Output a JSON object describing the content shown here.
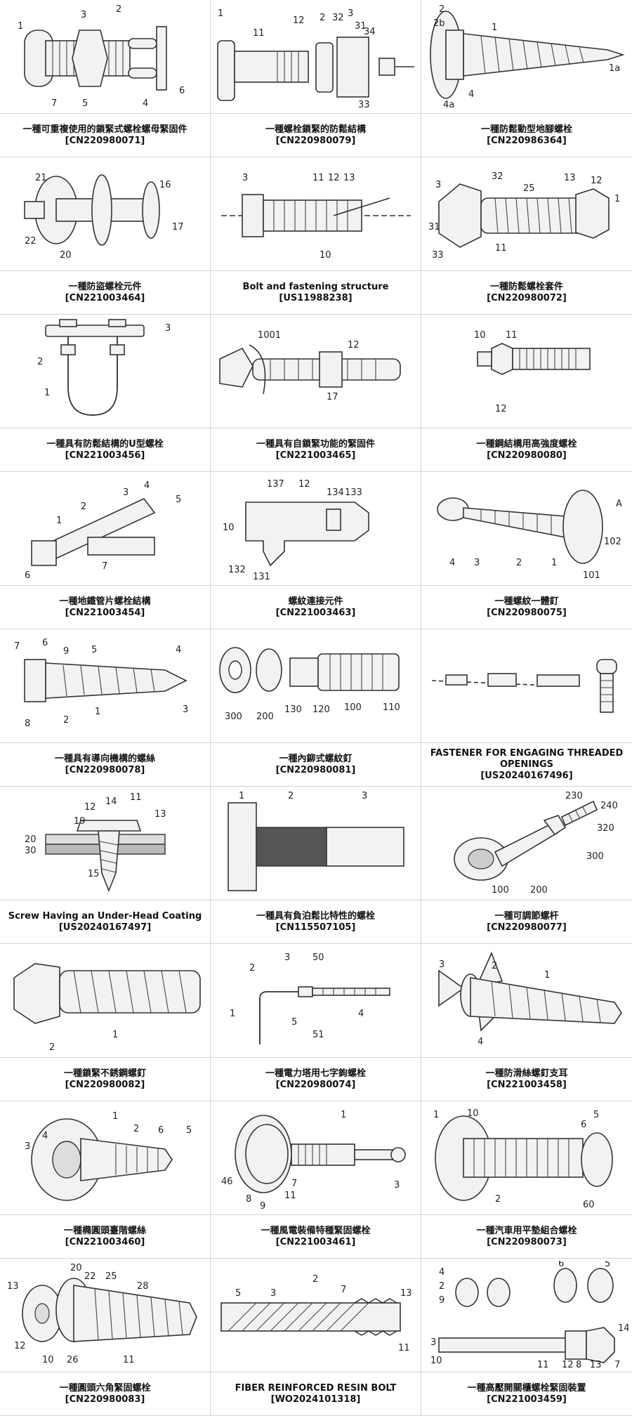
{
  "patents": [
    {
      "title": "一種可重複使用的鎖緊式螺栓螺母緊固件",
      "number": "[CN220980071]",
      "labels": [
        "1",
        "2",
        "3",
        "4",
        "5",
        "6",
        "7"
      ]
    },
    {
      "title": "一種螺栓鎖緊的防鬆結構",
      "number": "[CN220980079]",
      "labels": [
        "1",
        "11",
        "12",
        "2",
        "32",
        "3",
        "31",
        "34",
        "33"
      ]
    },
    {
      "title": "一種防鬆動型地腳螺栓",
      "number": "[CN220986364]",
      "labels": [
        "2",
        "4",
        "2b",
        "1",
        "1a",
        "4a"
      ]
    },
    {
      "title": "一種防盜螺栓元件",
      "number": "[CN221003464]",
      "labels": [
        "21",
        "22",
        "16",
        "17",
        "20"
      ]
    },
    {
      "title": "Bolt and fastening structure",
      "number": "[US11988238]",
      "labels": [
        "3",
        "11",
        "12",
        "13",
        "10"
      ]
    },
    {
      "title": "一種防鬆螺栓套件",
      "number": "[CN220980072]",
      "labels": [
        "3",
        "32",
        "25",
        "13",
        "12",
        "31",
        "33",
        "11",
        "1"
      ]
    },
    {
      "title": "一種具有防鬆結構的U型螺栓",
      "number": "[CN221003456]",
      "labels": [
        "3",
        "2",
        "1"
      ]
    },
    {
      "title": "一種具有自鎖緊功能的緊固件",
      "number": "[CN221003465]",
      "labels": [
        "1001",
        "12",
        "17"
      ]
    },
    {
      "title": "一種鋼結構用高強度螺栓",
      "number": "[CN220980080]",
      "labels": [
        "10",
        "11",
        "12"
      ]
    },
    {
      "title": "一種地鐵管片螺栓結構",
      "number": "[CN221003454]",
      "labels": [
        "4",
        "5",
        "3",
        "2",
        "1",
        "6",
        "7"
      ]
    },
    {
      "title": "螺紋連接元件",
      "number": "[CN221003463]",
      "labels": [
        "137",
        "12",
        "134",
        "133",
        "10",
        "132",
        "131"
      ]
    },
    {
      "title": "一種螺紋一體釘",
      "number": "[CN220980075]",
      "labels": [
        "A",
        "102",
        "4",
        "3",
        "2",
        "1",
        "101"
      ]
    },
    {
      "title": "一種具有導向機構的螺絲",
      "number": "[CN220980078]",
      "labels": [
        "7",
        "6",
        "9",
        "5",
        "4",
        "8",
        "2",
        "1",
        "3"
      ]
    },
    {
      "title": "一種內鉚式螺紋釘",
      "number": "[CN220980081]",
      "labels": [
        "300",
        "200",
        "130",
        "120",
        "100",
        "110"
      ]
    },
    {
      "title": "FASTENER FOR ENGAGING THREADED OPENINGS",
      "number": "[US20240167496]",
      "labels": []
    },
    {
      "title": "Screw Having an Under-Head Coating",
      "number": "[US20240167497]",
      "labels": [
        "12",
        "14",
        "11",
        "13",
        "19",
        "20",
        "30",
        "15"
      ]
    },
    {
      "title": "一種具有負泊鬆比特性的螺栓",
      "number": "[CN115507105]",
      "labels": [
        "1",
        "2",
        "3"
      ]
    },
    {
      "title": "一種可調節螺杆",
      "number": "[CN220980077]",
      "labels": [
        "230",
        "240",
        "320",
        "300",
        "100",
        "200"
      ]
    },
    {
      "title": "一種鎖緊不銹鋼螺釘",
      "number": "[CN220980082]",
      "labels": [
        "2",
        "1"
      ]
    },
    {
      "title": "一種電力塔用七字鉤螺栓",
      "number": "[CN220980074]",
      "labels": [
        "2",
        "3",
        "50",
        "5",
        "51",
        "4",
        "1"
      ]
    },
    {
      "title": "一種防滑絲螺釘支耳",
      "number": "[CN221003458]",
      "labels": [
        "3",
        "2",
        "1",
        "4"
      ]
    },
    {
      "title": "一種橢圓頭臺階螺絲",
      "number": "[CN221003460]",
      "labels": [
        "1",
        "2",
        "6",
        "5",
        "3",
        "4"
      ]
    },
    {
      "title": "一種風電裝備特種緊固螺栓",
      "number": "[CN221003461]",
      "labels": [
        "1",
        "46",
        "8",
        "9",
        "11",
        "7",
        "3"
      ]
    },
    {
      "title": "一種汽車用平墊組合螺栓",
      "number": "[CN220980073]",
      "labels": [
        "1",
        "10",
        "5",
        "6",
        "2",
        "60"
      ]
    },
    {
      "title": "一種圓頭六角緊固螺栓",
      "number": "[CN220980083]",
      "labels": [
        "20",
        "22",
        "25",
        "28",
        "13",
        "12",
        "10",
        "26",
        "11"
      ]
    },
    {
      "title": "FIBER REINFORCED RESIN BOLT",
      "number": "[WO2024101318]",
      "labels": [
        "2",
        "5",
        "3",
        "7",
        "13",
        "11"
      ]
    },
    {
      "title": "一種高壓開關櫃螺栓緊固裝置",
      "number": "[CN221003459]",
      "labels": [
        "4",
        "2",
        "9",
        "6",
        "5",
        "14",
        "3",
        "10",
        "11",
        "12",
        "8",
        "13",
        "7"
      ]
    }
  ]
}
